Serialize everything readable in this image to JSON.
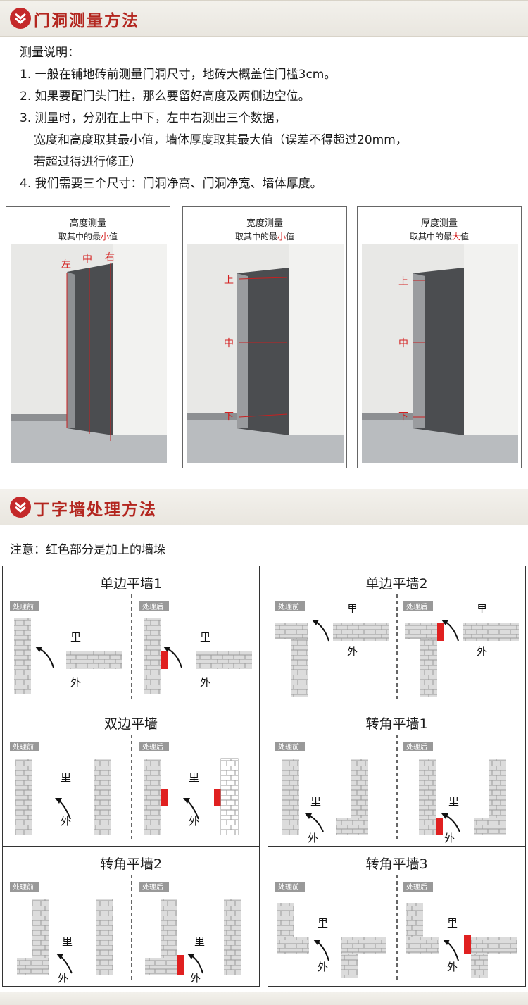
{
  "section1": {
    "title": "门洞测量方法",
    "intro_heading": "测量说明：",
    "items": [
      "1. 一般在铺地砖前测量门洞尺寸，地砖大概盖住门槛3cm。",
      "2. 如果要配门头门柱，那么要留好高度及两侧边空位。",
      "3. 测量时，分别在上中下，左中右测出三个数据，",
      "宽度和高度取其最小值，墙体厚度取其最大值（误差不得超过20mm，",
      "若超过得进行修正）",
      "4. 我们需要三个尺寸：门洞净高、门洞净宽、墙体厚度。"
    ],
    "photos": [
      {
        "caption": "高度测量",
        "sub_prefix": "取其中的最",
        "sub_highlight": "小",
        "sub_suffix": "值",
        "labels": [
          "左",
          "中",
          "右"
        ]
      },
      {
        "caption": "宽度测量",
        "sub_prefix": "取其中的最",
        "sub_highlight": "小",
        "sub_suffix": "值",
        "labels": [
          "上",
          "中",
          "下"
        ]
      },
      {
        "caption": "厚度测量",
        "sub_prefix": "取其中的最",
        "sub_highlight": "大",
        "sub_suffix": "值",
        "labels": [
          "上",
          "中",
          "下"
        ]
      }
    ]
  },
  "section2": {
    "title": "丁字墙处理方法",
    "note": "注意：红色部分是加上的墙垛",
    "before_tag": "处理前",
    "after_tag": "处理后",
    "inside": "里",
    "outside": "外",
    "panels": [
      {
        "title": "单边平墙1"
      },
      {
        "title": "单边平墙2"
      },
      {
        "title": "双边平墙"
      },
      {
        "title": "转角平墙1"
      },
      {
        "title": "转角平墙2"
      },
      {
        "title": "转角平墙3"
      }
    ]
  },
  "colors": {
    "accent": "#c4292a",
    "title_red": "#b3261f",
    "brick_fill": "#dcdcdc",
    "brick_line": "#9a9a9a",
    "added_pier": "#e02020"
  }
}
